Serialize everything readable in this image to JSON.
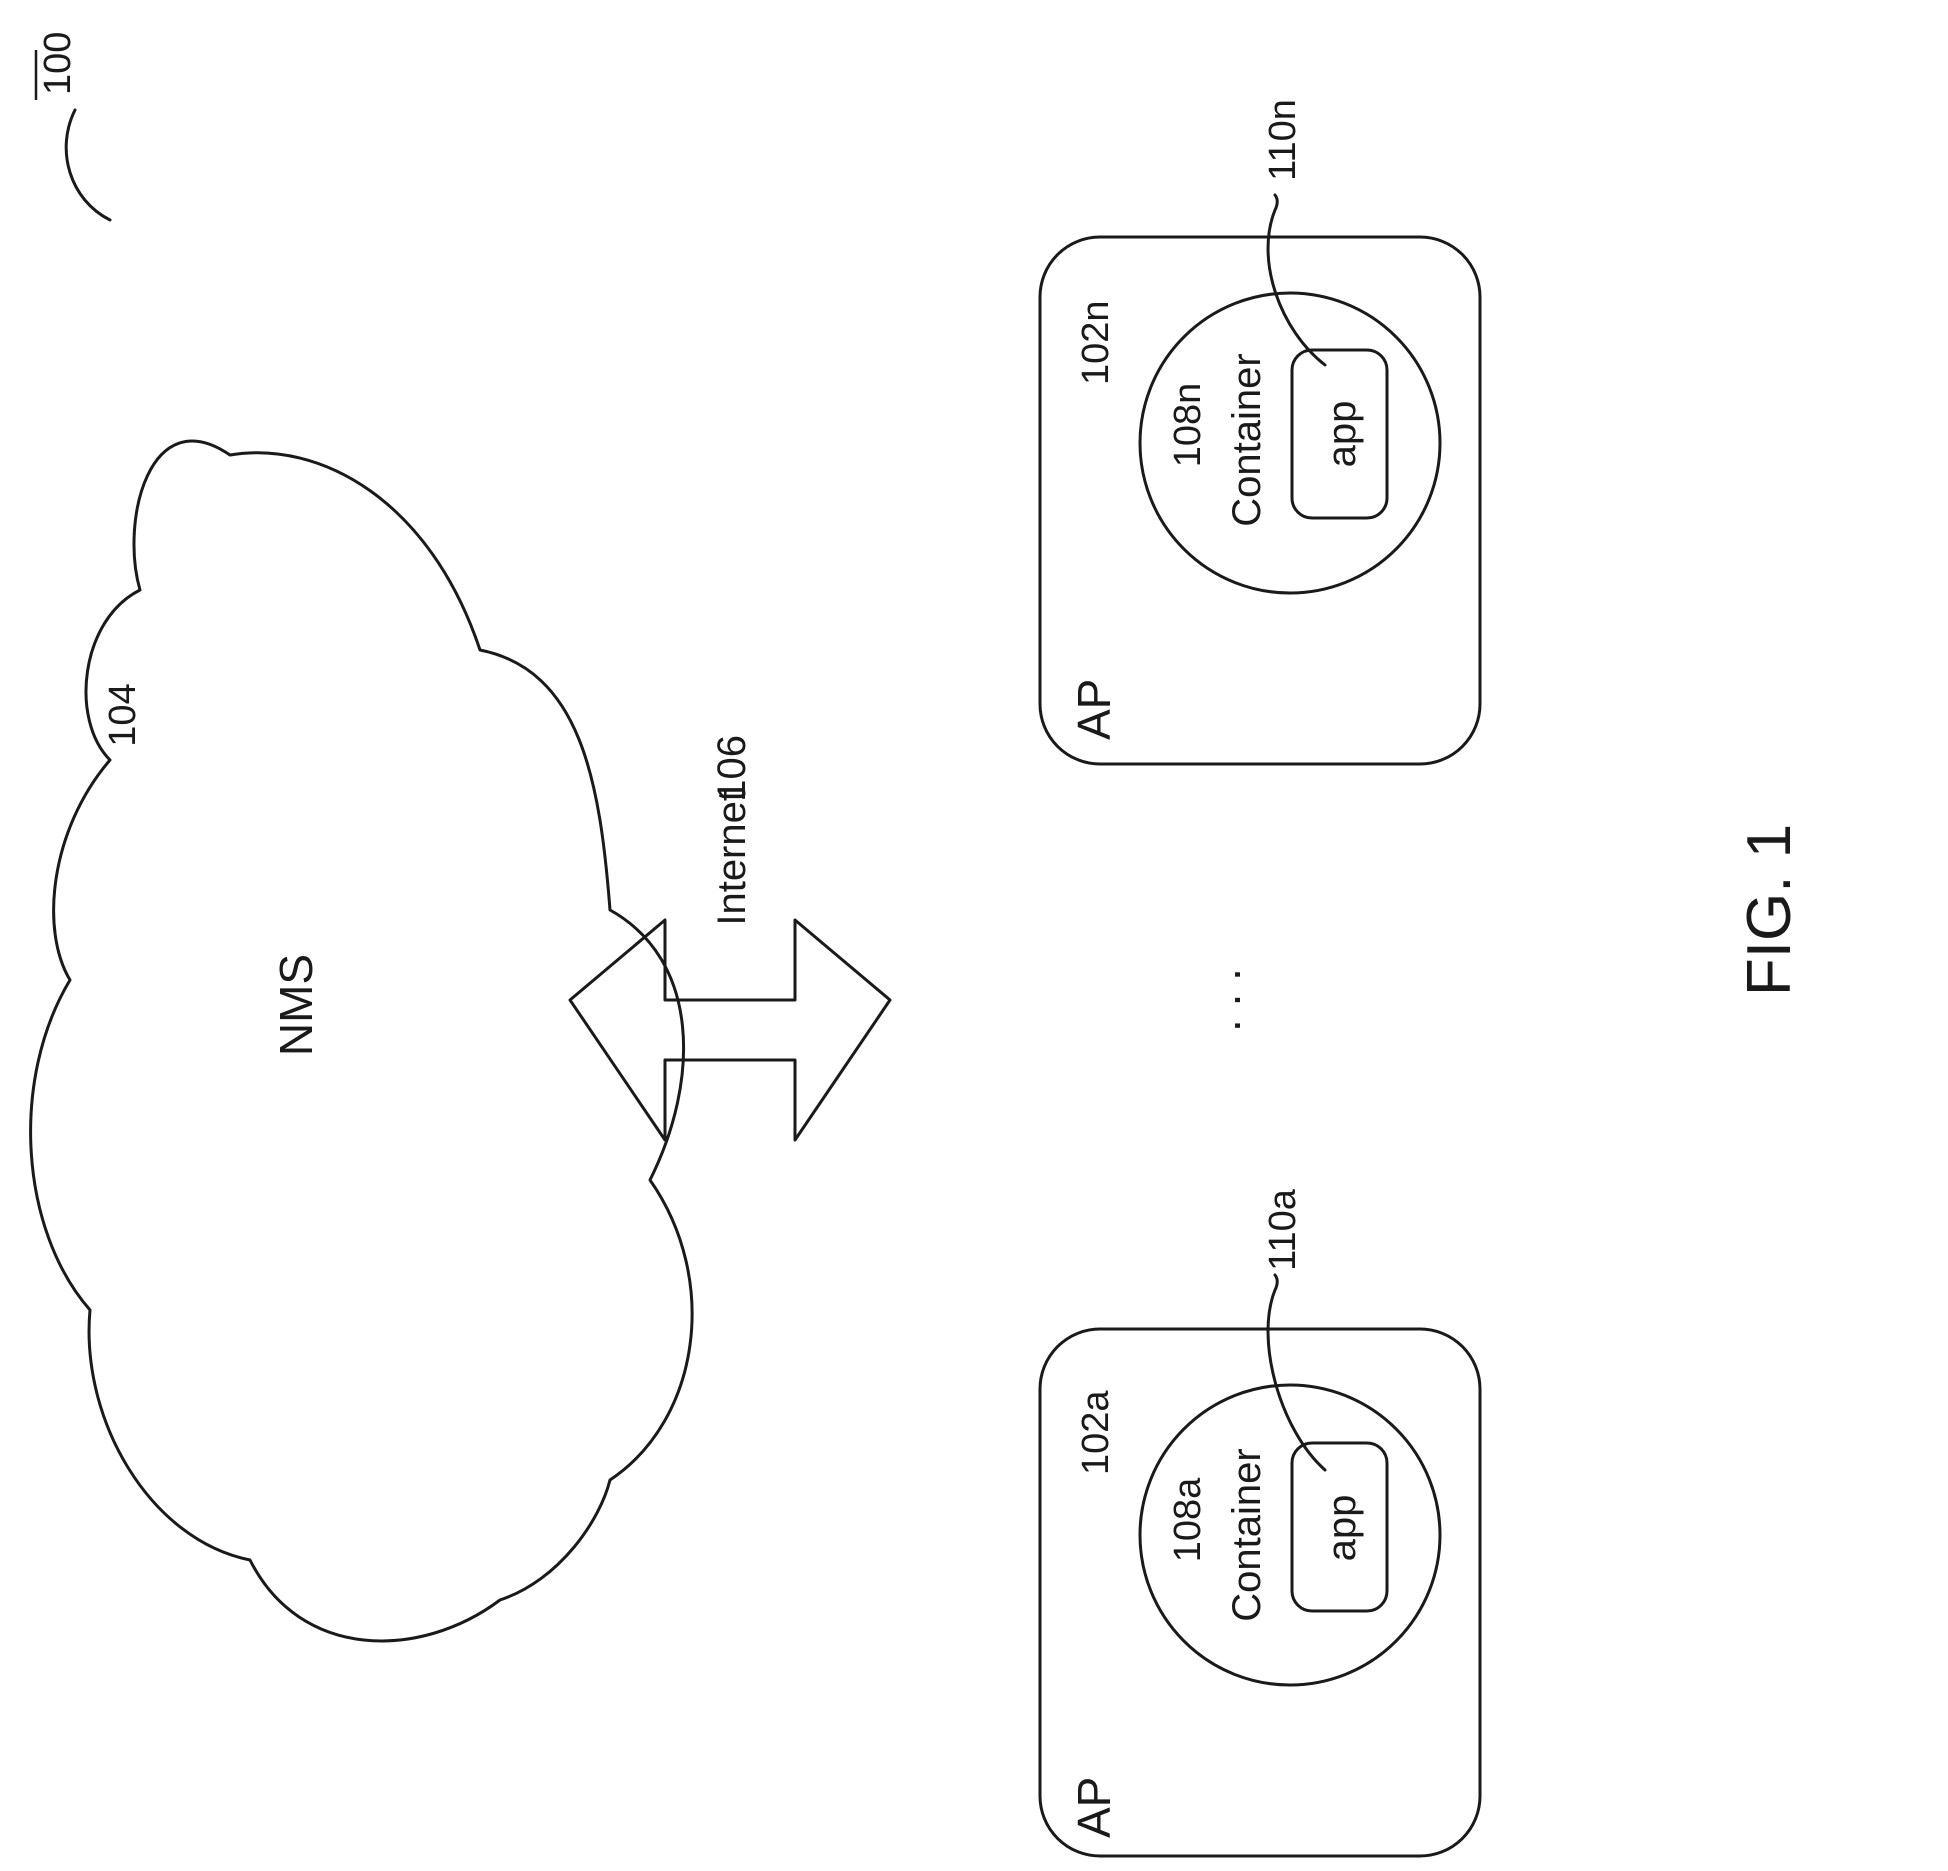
{
  "figure": {
    "ref": "100",
    "caption": "FIG. 1"
  },
  "cloud": {
    "label": "NMS",
    "ref": "104"
  },
  "link": {
    "label": "Internet",
    "ref": "106"
  },
  "ellipsis": ". . .",
  "aps": [
    {
      "label": "AP",
      "ref": "102a",
      "container": {
        "label": "Container",
        "ref": "108a"
      },
      "app": {
        "label": "app",
        "ref": "110a"
      }
    },
    {
      "label": "AP",
      "ref": "102n",
      "container": {
        "label": "Container",
        "ref": "108n"
      },
      "app": {
        "label": "app",
        "ref": "110n"
      }
    }
  ]
}
